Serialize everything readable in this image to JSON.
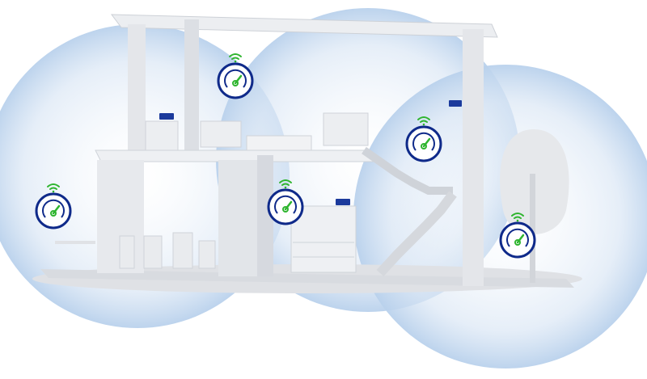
{
  "colors": {
    "background": "#ffffff",
    "coverage_bubble": "#c9dcf0",
    "coverage_bubble_edge": "#a9c6e6",
    "house": "#e6e8ec",
    "house_shadow": "#c8ccd3",
    "badge_ring": "#0f2a8a",
    "wifi_signal": "#2fb52f",
    "gauge_needle": "#2fb52f",
    "router": "#1b3a9c"
  },
  "icons": {
    "badge": "speed-gauge-icon",
    "signal": "wifi-icon",
    "device": "router-icon"
  },
  "badges": [
    {
      "id": "upstairs-bedroom"
    },
    {
      "id": "patio"
    },
    {
      "id": "living-room"
    },
    {
      "id": "stairwell"
    },
    {
      "id": "garden"
    }
  ]
}
